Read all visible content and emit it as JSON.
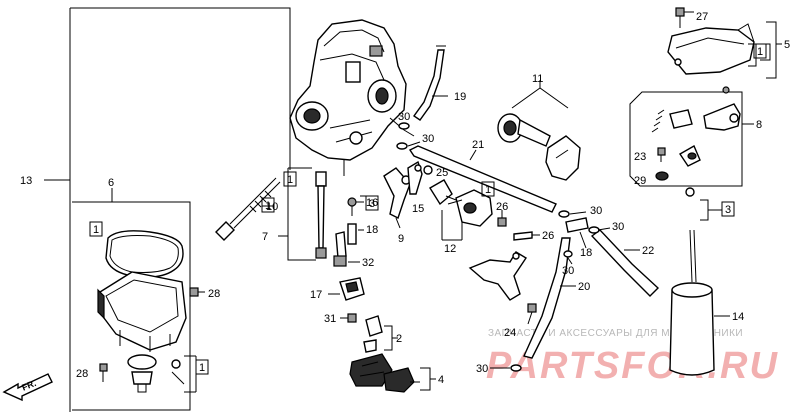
{
  "callouts": {
    "c1": "1",
    "c2": "2",
    "c3": "3",
    "c4": "4",
    "c5": "5",
    "c6": "6",
    "c7": "7",
    "c8": "8",
    "c9": "9",
    "c10": "10",
    "c11": "11",
    "c12": "12",
    "c13": "13",
    "c14": "14",
    "c15": "15",
    "c16": "16",
    "c17": "17",
    "c18": "18",
    "c19": "19",
    "c20": "20",
    "c21": "21",
    "c22": "22",
    "c23": "23",
    "c24": "24",
    "c25": "25",
    "c26": "26",
    "c27": "27",
    "c28": "28",
    "c29": "29",
    "c30": "30",
    "c31": "31",
    "c32": "32"
  },
  "watermark": {
    "text": "ЗАПЧАСТИ И АКСЕССУАРЫ ДЛЯ МОТОТЕХНИКИ",
    "logo": "PARTSFOR.RU"
  },
  "direction_arrow": {
    "label": "FR.",
    "icon": "front-direction-arrow-icon"
  }
}
